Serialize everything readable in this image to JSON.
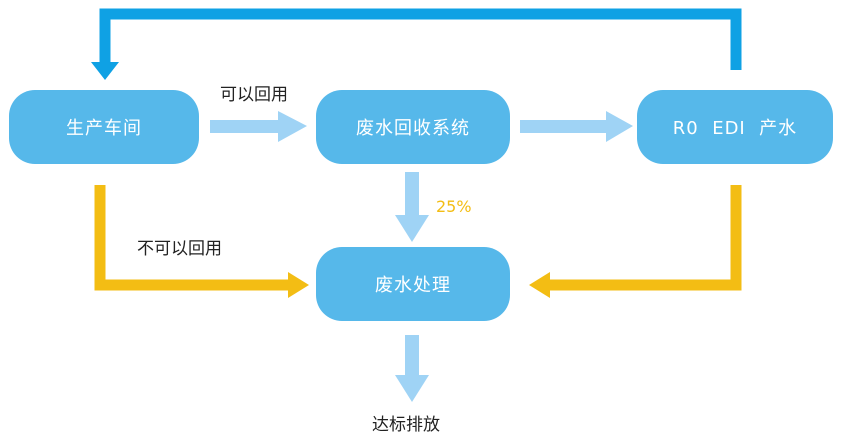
{
  "nodes": {
    "workshop": "生产车间",
    "recycling": "废水回收系统",
    "ro_edi": "R0  EDI  产水",
    "treatment": "废水处理"
  },
  "labels": {
    "reusable": "可以回用",
    "not_reusable": "不可以回用",
    "percent": "25%",
    "discharge": "达标排放"
  },
  "colors": {
    "node": "#56b8ea",
    "arrow_light": "#9fd3f5",
    "arrow_blue": "#0fa1e4",
    "arrow_yellow": "#f3bd14"
  }
}
